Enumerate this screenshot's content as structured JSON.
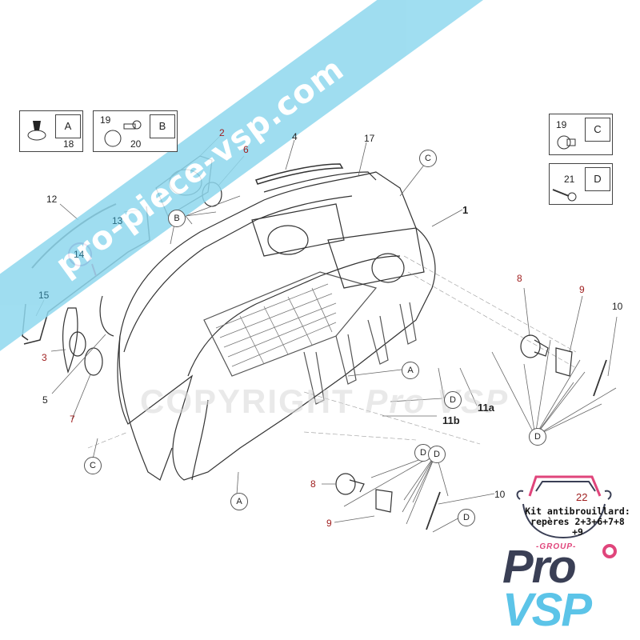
{
  "watermark_banner": "pro-piece-vsp.com",
  "watermark_center": {
    "left": "COPYRIGHT",
    "right": "Pro VSP"
  },
  "legends": [
    {
      "key": "A",
      "parts": [
        "18"
      ]
    },
    {
      "key": "B",
      "parts": [
        "19",
        "20"
      ]
    },
    {
      "key": "C",
      "parts": [
        "19"
      ]
    },
    {
      "key": "D",
      "parts": [
        "21"
      ]
    }
  ],
  "part_labels": {
    "p1": "1",
    "p2": "2",
    "p3": "3",
    "p4": "4",
    "p5": "5",
    "p6": "6",
    "p7": "7",
    "p8a": "8",
    "p8b": "8",
    "p9a": "9",
    "p9b": "9",
    "p10a": "10",
    "p10b": "10",
    "p11a": "11a",
    "p11b": "11b",
    "p12": "12",
    "p13": "13",
    "p14": "14",
    "p15": "15",
    "p17": "17",
    "p22": "22"
  },
  "callouts": {
    "B": "B",
    "C_top": "C",
    "C_bottom": "C",
    "A_mid": "A",
    "A_bottom": "A",
    "D_11a": "D",
    "D_11b": "D",
    "D_right": "D",
    "D_lower": "D",
    "D_lower2": "D"
  },
  "kit_note": {
    "line1": "Kit antibrouillard:",
    "line2": "repères 2+3+6+7+8",
    "line3": "+9"
  },
  "logo": {
    "group": "-GROUP-",
    "pro": "Pro",
    "vsp": "VSP"
  },
  "colors": {
    "banner": "#8fd8ee",
    "highlight": "#a02020",
    "logo_pink": "#e0457b",
    "logo_dark": "#3a3f55",
    "logo_blue": "#5cc4e8"
  }
}
